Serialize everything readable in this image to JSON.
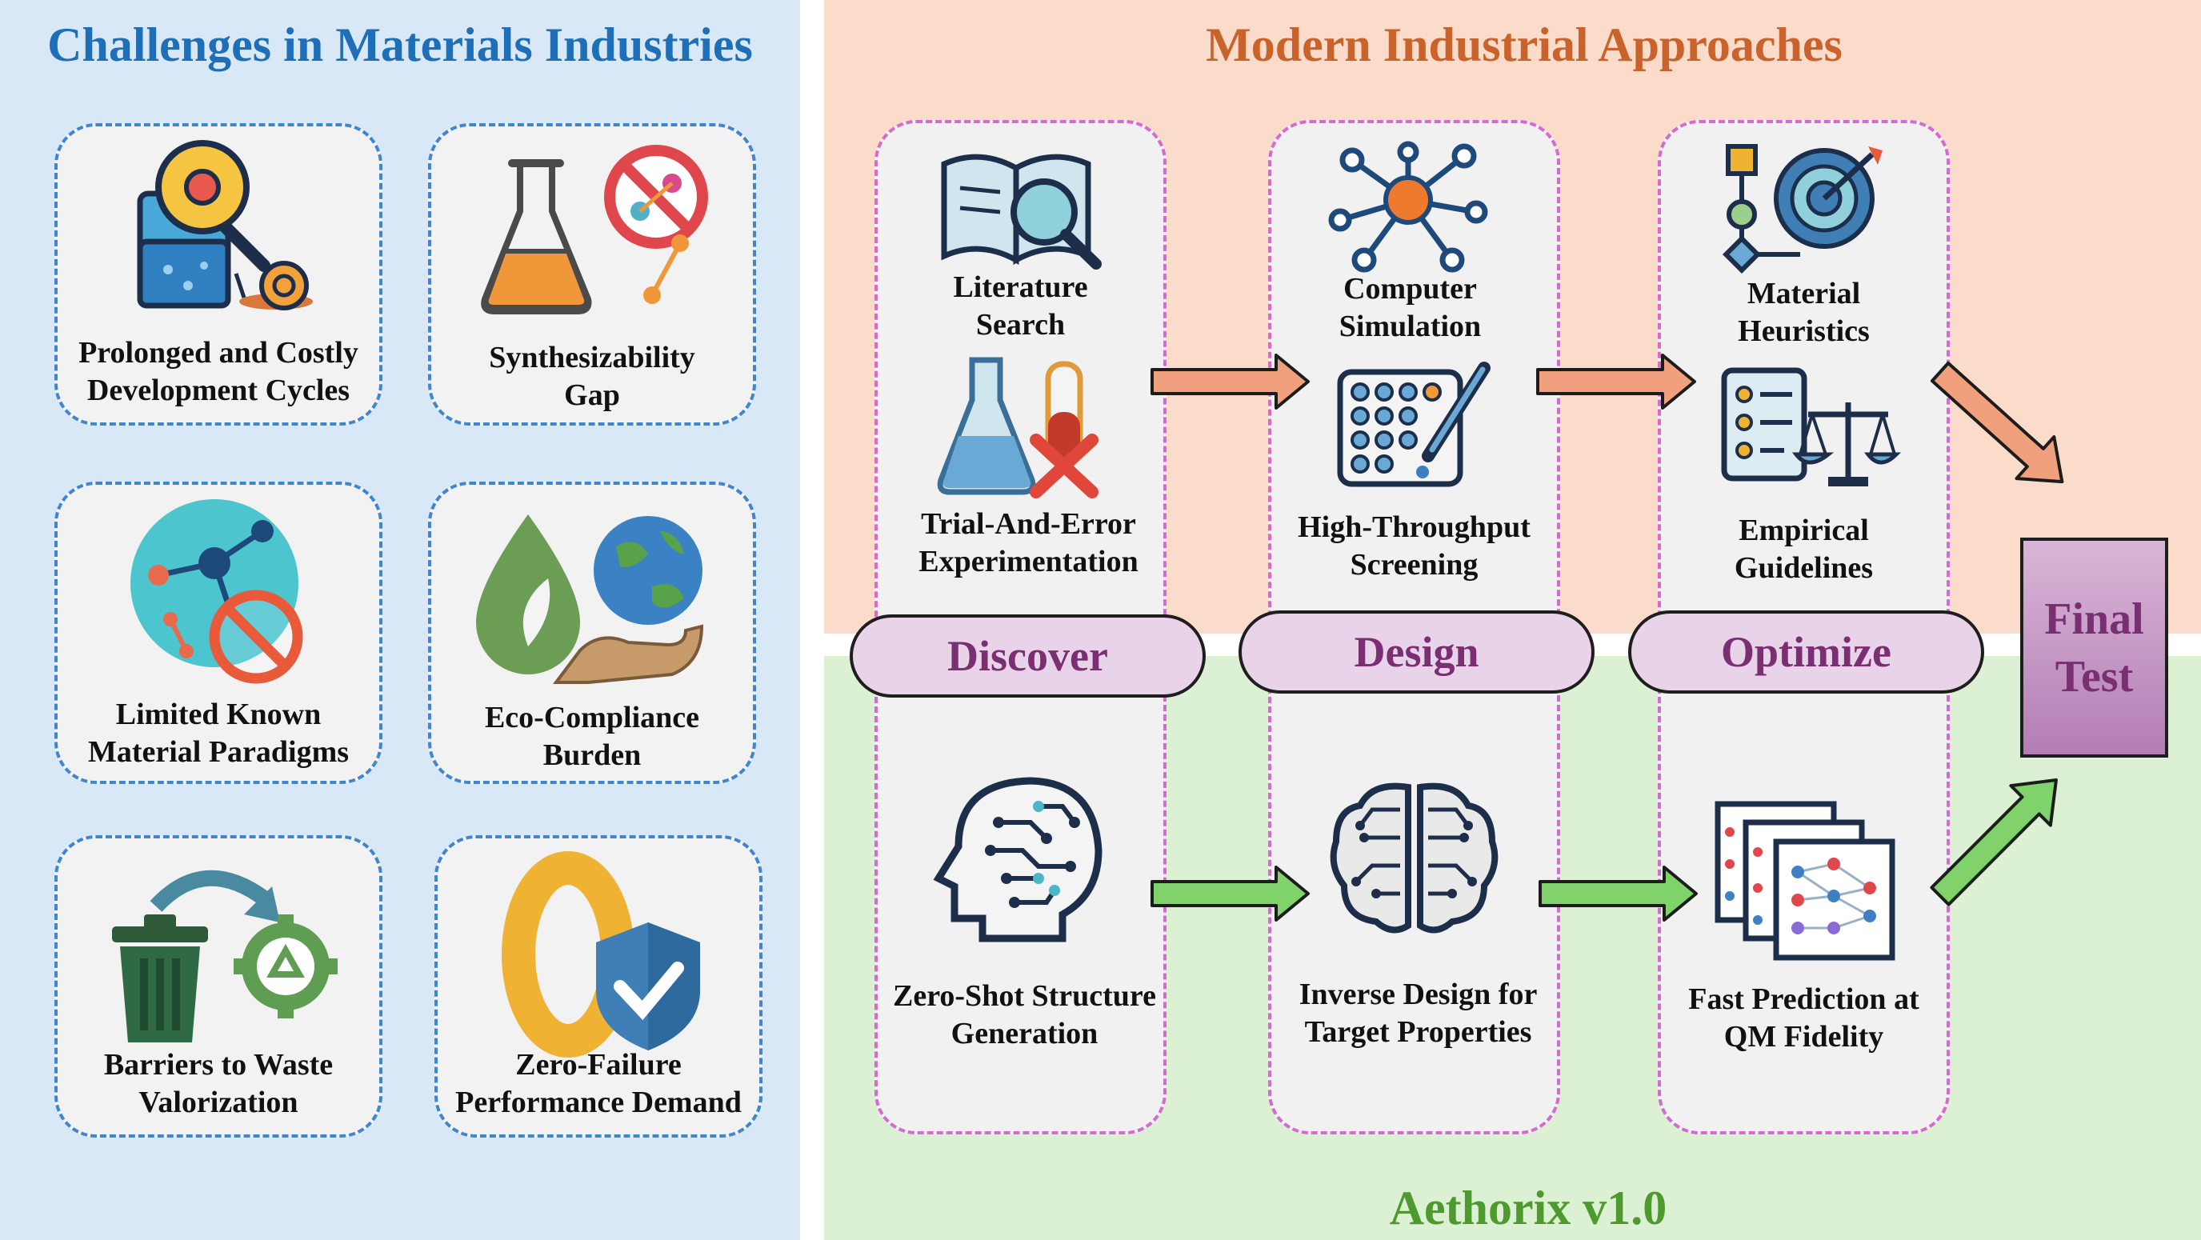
{
  "left_panel": {
    "title": "Challenges in Materials Industries",
    "cards": [
      {
        "line1": "Prolonged and Costly",
        "line2": "Development Cycles",
        "icon": "beaker-magnifier-snail-icon"
      },
      {
        "line1": "Synthesizability",
        "line2": "Gap",
        "icon": "flask-prohibited-molecule-icon"
      },
      {
        "line1": "Limited Known",
        "line2": "Material Paradigms",
        "icon": "molecule-prohibited-icon"
      },
      {
        "line1": "Eco-Compliance",
        "line2": "Burden",
        "icon": "leaf-drop-globe-hand-icon"
      },
      {
        "line1": "Barriers to Waste",
        "line2": "Valorization",
        "icon": "trash-recycle-gear-icon"
      },
      {
        "line1": "Zero-Failure",
        "line2": "Performance Demand",
        "icon": "zero-shield-check-icon"
      }
    ]
  },
  "top_panel": {
    "title": "Modern Industrial Approaches",
    "discover": {
      "a1": "Literature",
      "a2": "Search",
      "b1": "Trial-And-Error",
      "b2": "Experimentation"
    },
    "design": {
      "a1": "Computer",
      "a2": "Simulation",
      "b1": "High-Throughput",
      "b2": "Screening"
    },
    "optimize": {
      "a1": "Material",
      "a2": "Heuristics",
      "b1": "Empirical",
      "b2": "Guidelines"
    }
  },
  "stages": [
    "Discover",
    "Design",
    "Optimize"
  ],
  "final_test": {
    "line1": "Final",
    "line2": "Test"
  },
  "bottom_panel": {
    "title": "Aethorix v1.0",
    "discover": {
      "l1": "Zero-Shot Structure",
      "l2": "Generation"
    },
    "design": {
      "l1": "Inverse Design for",
      "l2": "Target Properties"
    },
    "optimize": {
      "l1": "Fast Prediction at",
      "l2": "QM Fidelity"
    }
  },
  "colors": {
    "left_bg": "#d9e8f6",
    "top_bg": "#fbdcca",
    "bottom_bg": "#dcf0d3",
    "left_title": "#1f6fb8",
    "top_title": "#c9622b",
    "bottom_title": "#4e9a2e",
    "stage_text": "#7a2f73"
  }
}
